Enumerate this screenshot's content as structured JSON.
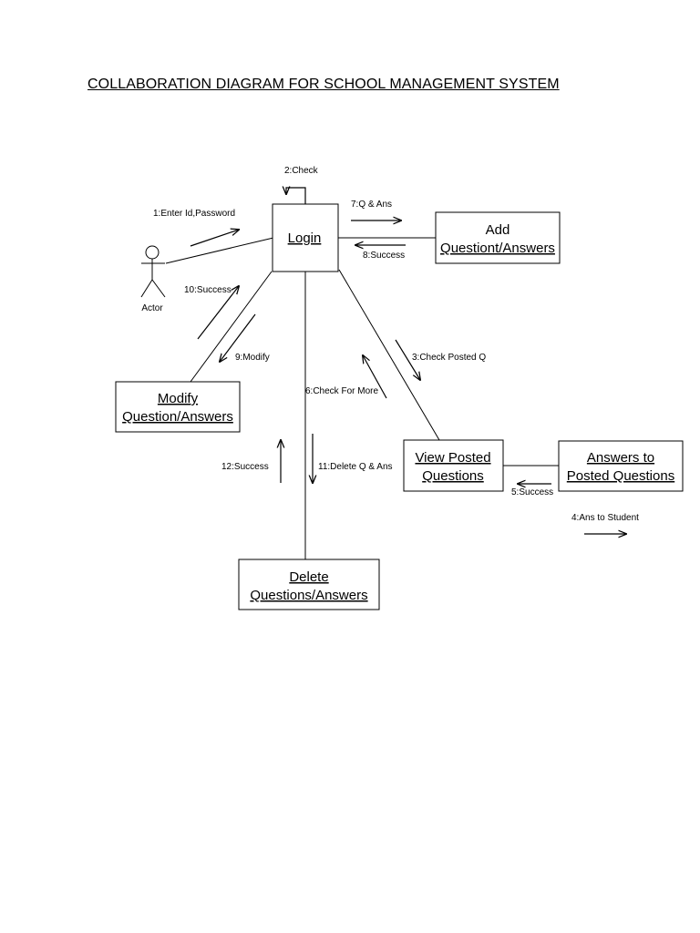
{
  "title": "COLLABORATION DIAGRAM FOR SCHOOL MANAGEMENT SYSTEM",
  "actor": {
    "label": "Actor"
  },
  "objects": {
    "login": [
      "Login"
    ],
    "add": [
      "Add",
      "Questiont/Answers"
    ],
    "modify": [
      "Modify",
      "Question/Answers"
    ],
    "view": [
      "View Posted",
      "Questions"
    ],
    "answers": [
      "Answers to",
      "Posted Questions"
    ],
    "delete": [
      "Delete",
      "Questions/Answers"
    ]
  },
  "messages": {
    "m1": "1:Enter Id,Password",
    "m2": "2:Check",
    "m3": "3:Check Posted Q",
    "m4": "4:Ans to Student",
    "m5": "5:Success",
    "m6": "6:Check For More",
    "m7": "7:Q & Ans",
    "m8": "8:Success",
    "m9": "9:Modify",
    "m10": "10:Success",
    "m11": "11:Delete Q & Ans",
    "m12": "12:Success"
  }
}
